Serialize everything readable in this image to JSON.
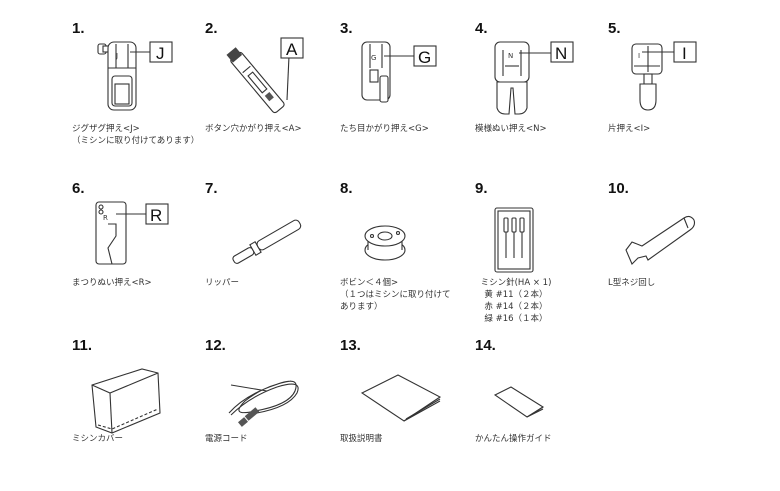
{
  "items": [
    {
      "number": "1.",
      "label_letter": "J",
      "caption_lines": [
        "ジグザグ押え<J>",
        "（ミシンに取り付けてあります）"
      ],
      "icon": "zigzag-foot-icon"
    },
    {
      "number": "2.",
      "label_letter": "A",
      "caption_lines": [
        "ボタン穴かがり押え<A>"
      ],
      "icon": "buttonhole-foot-icon"
    },
    {
      "number": "3.",
      "label_letter": "G",
      "caption_lines": [
        "たち目かがり押え<G>"
      ],
      "icon": "overcasting-foot-icon"
    },
    {
      "number": "4.",
      "label_letter": "N",
      "caption_lines": [
        "模様ぬい押え<N>"
      ],
      "icon": "monogramming-foot-icon"
    },
    {
      "number": "5.",
      "label_letter": "I",
      "caption_lines": [
        "片押え<I>"
      ],
      "icon": "zipper-foot-icon"
    },
    {
      "number": "6.",
      "label_letter": "R",
      "caption_lines": [
        "まつりぬい押え<R>"
      ],
      "icon": "blind-stitch-foot-icon"
    },
    {
      "number": "7.",
      "caption_lines": [
        "リッパー"
      ],
      "icon": "seam-ripper-icon"
    },
    {
      "number": "8.",
      "caption_lines": [
        "ボビン＜４個>",
        "（１つはミシンに取り付けて",
        "あります）"
      ],
      "icon": "bobbin-icon"
    },
    {
      "number": "9.",
      "caption_lines": [
        "ミシン針(HA × 1)",
        "黄 #11（２本）",
        "赤 #14（２本）",
        "緑 #16（１本）"
      ],
      "icon": "needle-set-icon"
    },
    {
      "number": "10.",
      "caption_lines": [
        "L型ネジ回し"
      ],
      "icon": "l-screwdriver-icon"
    },
    {
      "number": "11.",
      "caption_lines": [
        "ミシンカバー"
      ],
      "icon": "dust-cover-icon"
    },
    {
      "number": "12.",
      "caption_lines": [
        "電源コード"
      ],
      "icon": "power-cord-icon"
    },
    {
      "number": "13.",
      "caption_lines": [
        "取扱説明書"
      ],
      "icon": "instruction-manual-icon"
    },
    {
      "number": "14.",
      "caption_lines": [
        "かんたん操作ガイド"
      ],
      "icon": "quick-guide-icon"
    }
  ]
}
